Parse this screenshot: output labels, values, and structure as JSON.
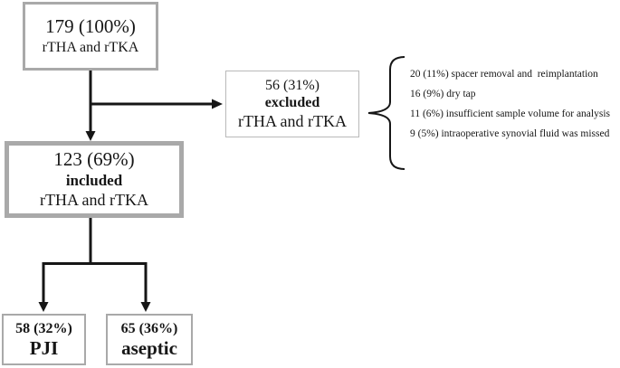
{
  "figure": {
    "type": "patient-flow-diagram"
  },
  "boxes": {
    "total": {
      "count": "179 (100%)",
      "cohort": "rTHA and rTKA"
    },
    "excluded": {
      "count": "56 (31%)",
      "status": "excluded",
      "cohort": "rTHA and rTKA"
    },
    "included": {
      "count": "123 (69%)",
      "status": "included",
      "cohort": "rTHA and rTKA"
    },
    "pji": {
      "count": "58 (32%)",
      "label": "PJI"
    },
    "aseptic": {
      "count": "65 (36%)",
      "label": "aseptic"
    }
  },
  "exclusion_reasons": [
    "20 (11%) spacer removal and  reimplantation",
    "16 (9%) dry tap",
    "11 (6%) insufficient sample volume for analysis",
    "9 (5%) intraoperative synovial fluid was missed"
  ],
  "colors": {
    "ink": "#161616",
    "border-gray": "#a9a9a9",
    "border-light": "#b9b9b9",
    "bg": "#ffffff"
  }
}
